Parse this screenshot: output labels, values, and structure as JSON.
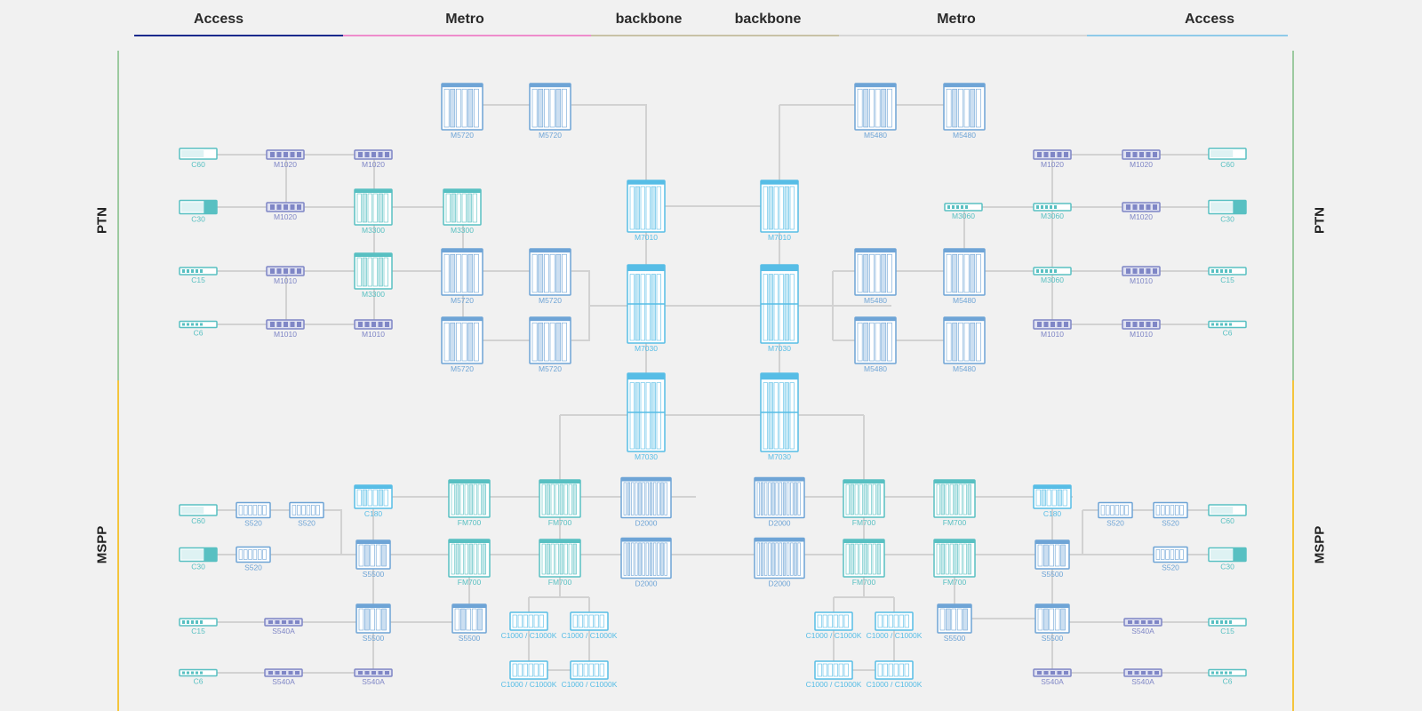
{
  "header": {
    "zones": [
      {
        "label": "Access",
        "color": "#1a2a8c"
      },
      {
        "label": "Metro",
        "color": "#ee8ccc"
      },
      {
        "label": "backbone",
        "color": "#c8c2a6"
      },
      {
        "label": "backbone",
        "color": "#c8c2a6"
      },
      {
        "label": "Metro",
        "color": "#d6d6d6"
      },
      {
        "label": "Access",
        "color": "#8fcbe9"
      }
    ]
  },
  "sides": {
    "left": [
      {
        "label": "PTN",
        "color": "#9ccaa0"
      },
      {
        "label": "MSPP",
        "color": "#f4c53d"
      }
    ],
    "right": [
      {
        "label": "PTN",
        "color": "#9ccaa0"
      },
      {
        "label": "MSPP",
        "color": "#f4c53d"
      }
    ]
  },
  "colors": {
    "teal": "#58c0c2",
    "blue": "#6ea4d6",
    "purple": "#7f86c6",
    "cyan": "#57bde6",
    "link": "#d2d2d2"
  },
  "devices": [
    {
      "id": "c60_L",
      "label": "C60",
      "kind": "teal"
    },
    {
      "id": "m1020_L1a",
      "label": "M1020",
      "kind": "purple"
    },
    {
      "id": "m1020_L1b",
      "label": "M1020",
      "kind": "purple"
    },
    {
      "id": "c30_L",
      "label": "C30",
      "kind": "teal"
    },
    {
      "id": "m1020_L2",
      "label": "M1020",
      "kind": "purple"
    },
    {
      "id": "m3300_L1",
      "label": "M3300",
      "kind": "teal"
    },
    {
      "id": "m3300_L1b",
      "label": "M3300",
      "kind": "teal"
    },
    {
      "id": "c15_L",
      "label": "C15",
      "kind": "teal"
    },
    {
      "id": "m1010_L3",
      "label": "M1010",
      "kind": "purple"
    },
    {
      "id": "m3300_L2",
      "label": "M3300",
      "kind": "teal"
    },
    {
      "id": "c6_L",
      "label": "C6",
      "kind": "teal"
    },
    {
      "id": "m1010_L4a",
      "label": "M1010",
      "kind": "purple"
    },
    {
      "id": "m1010_L4b",
      "label": "M1010",
      "kind": "purple"
    },
    {
      "id": "m5720_t1",
      "label": "M5720",
      "kind": "blue"
    },
    {
      "id": "m5720_t2",
      "label": "M5720",
      "kind": "blue"
    },
    {
      "id": "m5720_m1",
      "label": "M5720",
      "kind": "blue"
    },
    {
      "id": "m5720_m2",
      "label": "M5720",
      "kind": "blue"
    },
    {
      "id": "m5720_b1",
      "label": "M5720",
      "kind": "blue"
    },
    {
      "id": "m5720_b2",
      "label": "M5720",
      "kind": "blue"
    },
    {
      "id": "m7010_L",
      "label": "M7010",
      "kind": "cyan"
    },
    {
      "id": "m7010_R",
      "label": "M7010",
      "kind": "cyan"
    },
    {
      "id": "m7030_L1",
      "label": "M7030",
      "kind": "cyan"
    },
    {
      "id": "m7030_R1",
      "label": "M7030",
      "kind": "cyan"
    },
    {
      "id": "m7030_L2",
      "label": "M7030",
      "kind": "cyan"
    },
    {
      "id": "m7030_R2",
      "label": "M7030",
      "kind": "cyan"
    },
    {
      "id": "m5480_t1",
      "label": "M5480",
      "kind": "blue"
    },
    {
      "id": "m5480_t2",
      "label": "M5480",
      "kind": "blue"
    },
    {
      "id": "m5480_m1",
      "label": "M5480",
      "kind": "blue"
    },
    {
      "id": "m5480_m2",
      "label": "M5480",
      "kind": "blue"
    },
    {
      "id": "m5480_b1",
      "label": "M5480",
      "kind": "blue"
    },
    {
      "id": "m5480_b2",
      "label": "M5480",
      "kind": "blue"
    },
    {
      "id": "m1020_R1a",
      "label": "M1020",
      "kind": "purple"
    },
    {
      "id": "m1020_R1b",
      "label": "M1020",
      "kind": "purple"
    },
    {
      "id": "c60_R",
      "label": "C60",
      "kind": "teal"
    },
    {
      "id": "m3060_R2a",
      "label": "M3060",
      "kind": "teal"
    },
    {
      "id": "m3060_R2b",
      "label": "M3060",
      "kind": "teal"
    },
    {
      "id": "m1020_R2",
      "label": "M1020",
      "kind": "purple"
    },
    {
      "id": "c30_R",
      "label": "C30",
      "kind": "teal"
    },
    {
      "id": "m3060_R3",
      "label": "M3060",
      "kind": "teal"
    },
    {
      "id": "m1010_R3",
      "label": "M1010",
      "kind": "purple"
    },
    {
      "id": "c15_R",
      "label": "C15",
      "kind": "teal"
    },
    {
      "id": "m1010_R4a",
      "label": "M1010",
      "kind": "purple"
    },
    {
      "id": "m1010_R4b",
      "label": "M1010",
      "kind": "purple"
    },
    {
      "id": "c6_R",
      "label": "C6",
      "kind": "teal"
    },
    {
      "id": "c60_LM",
      "label": "C60",
      "kind": "teal"
    },
    {
      "id": "s520_L1a",
      "label": "S520",
      "kind": "blue"
    },
    {
      "id": "s520_L1b",
      "label": "S520",
      "kind": "blue"
    },
    {
      "id": "c180_L",
      "label": "C180",
      "kind": "cyan"
    },
    {
      "id": "fm700_L1a",
      "label": "FM700",
      "kind": "teal"
    },
    {
      "id": "fm700_L1b",
      "label": "FM700",
      "kind": "teal"
    },
    {
      "id": "d2000_L1",
      "label": "D2000",
      "kind": "blue"
    },
    {
      "id": "c30_LM",
      "label": "C30",
      "kind": "teal"
    },
    {
      "id": "s520_L2",
      "label": "S520",
      "kind": "blue"
    },
    {
      "id": "s5500_L2",
      "label": "S5500",
      "kind": "blue"
    },
    {
      "id": "fm700_L2a",
      "label": "FM700",
      "kind": "teal"
    },
    {
      "id": "fm700_L2b",
      "label": "FM700",
      "kind": "teal"
    },
    {
      "id": "d2000_L2",
      "label": "D2000",
      "kind": "blue"
    },
    {
      "id": "c15_LM",
      "label": "C15",
      "kind": "teal"
    },
    {
      "id": "s540a_L3",
      "label": "S540A",
      "kind": "purple"
    },
    {
      "id": "s5500_L3a",
      "label": "S5500",
      "kind": "blue"
    },
    {
      "id": "s5500_L3b",
      "label": "S5500",
      "kind": "blue"
    },
    {
      "id": "c1000_L3a",
      "label": "C1000 / C1000K",
      "kind": "cyan"
    },
    {
      "id": "c1000_L3b",
      "label": "C1000 / C1000K",
      "kind": "cyan"
    },
    {
      "id": "c6_LM",
      "label": "C6",
      "kind": "teal"
    },
    {
      "id": "s540a_L4a",
      "label": "S540A",
      "kind": "purple"
    },
    {
      "id": "s540a_L4b",
      "label": "S540A",
      "kind": "purple"
    },
    {
      "id": "c1000_L4a",
      "label": "C1000 / C1000K",
      "kind": "cyan"
    },
    {
      "id": "c1000_L4b",
      "label": "C1000 / C1000K",
      "kind": "cyan"
    },
    {
      "id": "d2000_R1",
      "label": "D2000",
      "kind": "blue"
    },
    {
      "id": "fm700_R1a",
      "label": "FM700",
      "kind": "teal"
    },
    {
      "id": "fm700_R1b",
      "label": "FM700",
      "kind": "teal"
    },
    {
      "id": "c180_R",
      "label": "C180",
      "kind": "cyan"
    },
    {
      "id": "s520_R1a",
      "label": "S520",
      "kind": "blue"
    },
    {
      "id": "s520_R1b",
      "label": "S520",
      "kind": "blue"
    },
    {
      "id": "c60_RM",
      "label": "C60",
      "kind": "teal"
    },
    {
      "id": "d2000_R2",
      "label": "D2000",
      "kind": "blue"
    },
    {
      "id": "fm700_R2a",
      "label": "FM700",
      "kind": "teal"
    },
    {
      "id": "fm700_R2b",
      "label": "FM700",
      "kind": "teal"
    },
    {
      "id": "s5500_R2",
      "label": "S5500",
      "kind": "blue"
    },
    {
      "id": "s520_R2",
      "label": "S520",
      "kind": "blue"
    },
    {
      "id": "c30_RM",
      "label": "C30",
      "kind": "teal"
    },
    {
      "id": "c1000_R3a",
      "label": "C1000 / C1000K",
      "kind": "cyan"
    },
    {
      "id": "c1000_R3b",
      "label": "C1000 / C1000K",
      "kind": "cyan"
    },
    {
      "id": "s5500_R3a",
      "label": "S5500",
      "kind": "blue"
    },
    {
      "id": "s5500_R3b",
      "label": "S5500",
      "kind": "blue"
    },
    {
      "id": "s540a_R3",
      "label": "S540A",
      "kind": "purple"
    },
    {
      "id": "c15_RM",
      "label": "C15",
      "kind": "teal"
    },
    {
      "id": "c1000_R4a",
      "label": "C1000 / C1000K",
      "kind": "cyan"
    },
    {
      "id": "c1000_R4b",
      "label": "C1000 / C1000K",
      "kind": "cyan"
    },
    {
      "id": "s540a_R4a",
      "label": "S540A",
      "kind": "purple"
    },
    {
      "id": "s540a_R4b",
      "label": "S540A",
      "kind": "purple"
    },
    {
      "id": "c6_RM",
      "label": "C6",
      "kind": "teal"
    }
  ]
}
